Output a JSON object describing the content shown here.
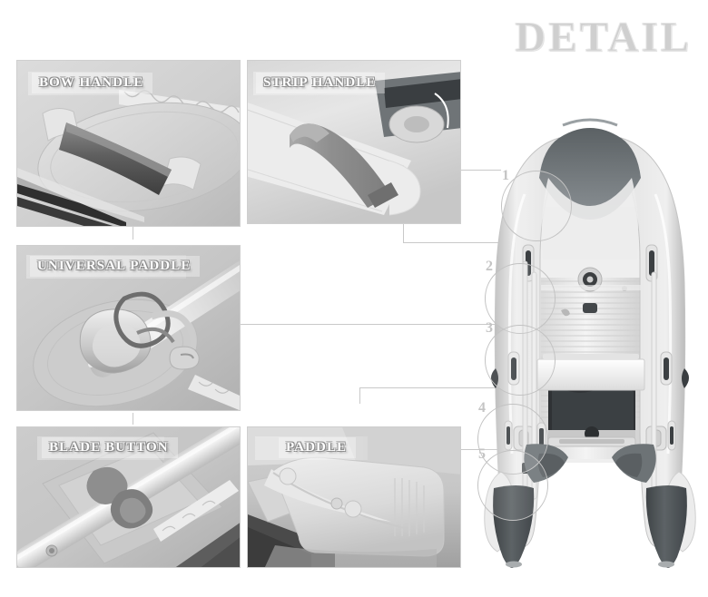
{
  "header": {
    "title": "DETAIL"
  },
  "panels": [
    {
      "id": "bow-handle",
      "caption": "BOW HANDLE"
    },
    {
      "id": "strip-handle",
      "caption": "STRIP HANDLE"
    },
    {
      "id": "universal-paddle",
      "caption": "UNIVERSAL PADDLE"
    },
    {
      "id": "blade-button",
      "caption": "BLADE BUTTON"
    },
    {
      "id": "paddle",
      "caption": "PADDLE"
    }
  ],
  "callouts": [
    {
      "number": "1",
      "target": "bow-handle"
    },
    {
      "number": "2",
      "target": "strip-handle"
    },
    {
      "number": "3",
      "target": "universal-paddle"
    },
    {
      "number": "4",
      "target": "blade-button"
    },
    {
      "number": "5",
      "target": "paddle"
    }
  ],
  "colors": {
    "title": "#cfcfcf",
    "panel_border": "#cfcfcf",
    "leader_line": "#c9c9c9",
    "background": "#ffffff",
    "boat_body": "#e9e9e9",
    "boat_dark": "#555b5e"
  },
  "product": {
    "name": "inflatable-boat-top-view"
  }
}
